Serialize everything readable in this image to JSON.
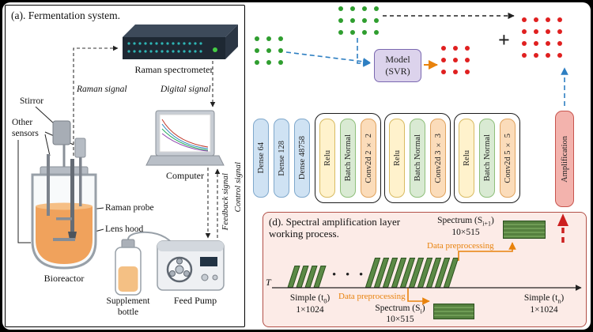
{
  "colors": {
    "page_bg": "#000000",
    "panel_a_bg": "#ffffff",
    "panel_d_bg": "#fcebe7",
    "green_dot": "#2f9e2f",
    "red_dot": "#e02020",
    "blue_arrow": "#2e7fc2",
    "orange_accent": "#e8820c",
    "red_arrow": "#cc1f1f",
    "dense_fill": "#cfe2f3",
    "relu_fill": "#fff2cc",
    "batchnorm_fill": "#d9ead3",
    "conv_fill": "#fbdcba",
    "amplification_fill": "#f3b3ad",
    "model_box_fill": "#dcd3ec",
    "spectrum_green": "#5b8a46",
    "bioreactor_liquid": "#f0a25c"
  },
  "panel_a": {
    "title": "(a). Fermentation system.",
    "spectrometer_label": "Raman spectrometer",
    "raman_signal": "Raman signal",
    "digital_signal": "Digital signal",
    "computer": "Computer",
    "stirrer": "Stirror",
    "other_sensors": "Other sensors",
    "raman_probe": "Raman probe",
    "lens_hood": "Lens hood",
    "bioreactor": "Bioreactor",
    "supplement_bottle": "Supplement bottle",
    "feed_pump": "Feed Pump",
    "feedback_signal": "Feedback signal",
    "control_signal": "Control signal"
  },
  "svr_flow": {
    "model_line1": "Model",
    "model_line2": "(SVR)",
    "plus": "+"
  },
  "network": {
    "layers": [
      {
        "label": "Dense 64"
      },
      {
        "label": "Dense 128"
      },
      {
        "label": "Dense 48758"
      },
      {
        "label": "Relu"
      },
      {
        "label": "Batch Normal"
      },
      {
        "label": "Conv2d 2 × 2"
      },
      {
        "label": "Relu"
      },
      {
        "label": "Batch Normal"
      },
      {
        "label": "Conv2d 3 × 3"
      },
      {
        "label": "Relu"
      },
      {
        "label": "Batch Normal"
      },
      {
        "label": "Conv2d 5 × 5"
      },
      {
        "label": "Amplification"
      }
    ]
  },
  "panel_d": {
    "title": "(d). Spectral amplification layer working process.",
    "spectrum_next": {
      "pre": "Spectrum (S",
      "sub": "i+1",
      "post": ")"
    },
    "spectrum_next_dim": "10×515",
    "data_preprocessing_top": "Data preprocessing",
    "data_preprocessing_bottom": "Data preprocessing",
    "timeline_label": "T",
    "dots": "• • •",
    "simple_t0": {
      "pre": "Simple (t",
      "sub": "0",
      "post": ")"
    },
    "simple_t0_dim": "1×1024",
    "spectrum_i": {
      "pre": "Spectrum (S",
      "sub": "i",
      "post": ")"
    },
    "spectrum_i_dim": "10×515",
    "simple_tn": {
      "pre": "Simple (t",
      "sub": "n",
      "post": ")"
    },
    "simple_tn_dim": "1×1024"
  }
}
